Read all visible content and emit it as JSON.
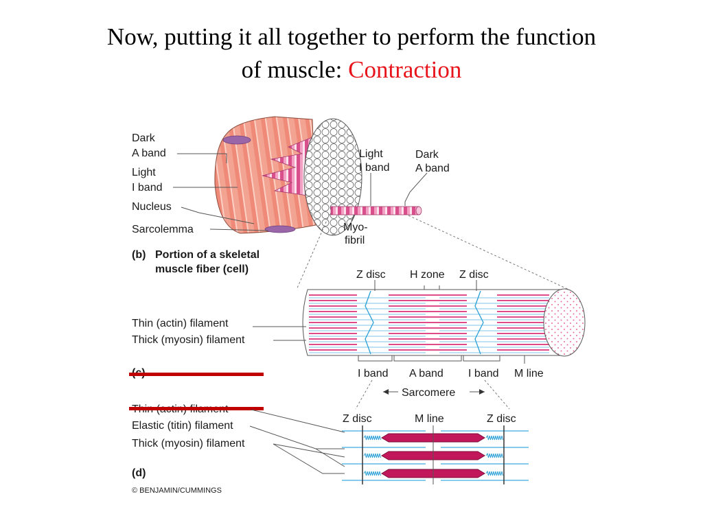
{
  "slide": {
    "title_line1": "Now, putting it all together to perform the function",
    "title_line2_prefix": "of muscle: ",
    "title_accent": "Contraction",
    "accent_color": "#e8141c"
  },
  "diagram": {
    "fiber": {
      "dark_a_line1": "Dark",
      "dark_a_line2": "A band",
      "light_i_line1": "Light",
      "light_i_line2": "I band",
      "nucleus": "Nucleus",
      "sarcolemma": "Sarcolemma",
      "myofibril_line1": "Myo-",
      "myofibril_line2": "fibril",
      "right_light_line1": "Light",
      "right_light_line2": "I band",
      "right_dark_line1": "Dark",
      "right_dark_line2": "A band",
      "panel_letter": "(b)",
      "caption_line1": "Portion of a skeletal",
      "caption_line2": "muscle fiber (cell)"
    },
    "myofibril": {
      "z_disc_left": "Z disc",
      "h_zone": "H zone",
      "z_disc_right": "Z disc",
      "thin_filament": "Thin (actin) filament",
      "thick_filament": "Thick (myosin) filament",
      "panel_letter": "(c)",
      "i_band_left": "I band",
      "a_band": "A band",
      "i_band_right": "I band",
      "m_line": "M line",
      "sarcomere": "Sarcomere"
    },
    "sarcomere": {
      "thin_filament": "Thin (actin) filament",
      "elastic_filament": "Elastic (titin) filament",
      "thick_filament": "Thick (myosin) filament",
      "z_disc_left": "Z disc",
      "m_line": "M line",
      "z_disc_right": "Z disc",
      "panel_letter": "(d)"
    },
    "copyright": "© BENJAMIN/CUMMINGS",
    "strike_color": "#c00000"
  }
}
